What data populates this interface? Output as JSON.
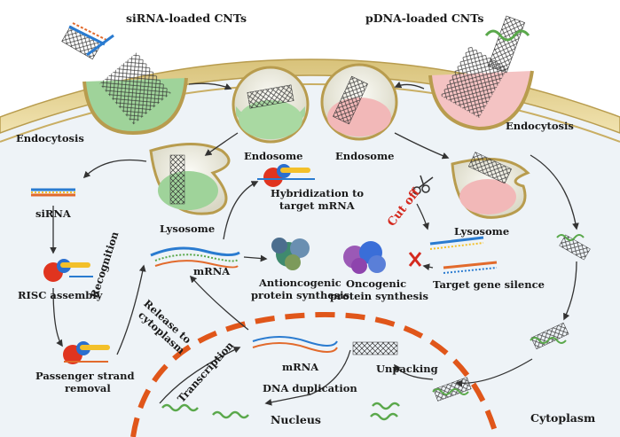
{
  "labels": {
    "sirna_cnts": "siRNA-loaded CNTs",
    "pdna_cnts": "pDNA-loaded CNTs",
    "endocytosis_left": "Endocytosis",
    "endocytosis_right": "Endocytosis",
    "endosome_left": "Endosome",
    "endosome_right": "Endosome",
    "lysosome_left": "Lysosome",
    "lysosome_right": "Lysosome",
    "sirna": "siRNA",
    "risc": "RISC assembly",
    "passenger_1": "Passenger strand",
    "passenger_2": "removal",
    "recognition": "Recognition",
    "release_1": "Release to",
    "release_2": "cytoplasm",
    "hybrid_1": "Hybridization to",
    "hybrid_2": "target mRNA",
    "cut_off": "Cut off",
    "mrna_top": "mRNA",
    "mrna_nucleus": "mRNA",
    "antionco_1": "Antioncogenic",
    "antionco_2": "protein synthesis",
    "onco_1": "Oncogenic",
    "onco_2": "protein synthesis",
    "silence": "Target gene silence",
    "transcription": "Transcription",
    "unpacking": "Unpacking",
    "dna_dup": "DNA duplication",
    "nucleus": "Nucleus",
    "cytoplasm": "Cytoplasm"
  },
  "colors": {
    "membrane_outer": "#e6d49a",
    "membrane_inner": "#f3e8bf",
    "cytoplasm": "#eef4f8",
    "green_vesicle": "#8cc98a",
    "pink_vesicle": "#f2b8b8",
    "nucleus_dash": "#e0561a",
    "arrow": "#333333",
    "cut_off": "#d42a1f"
  },
  "icons": [
    "scissors-icon",
    "red-x-icon",
    "carbon-nanotube-icon",
    "ribosome-icon",
    "protein-icon",
    "risc-complex-icon"
  ]
}
